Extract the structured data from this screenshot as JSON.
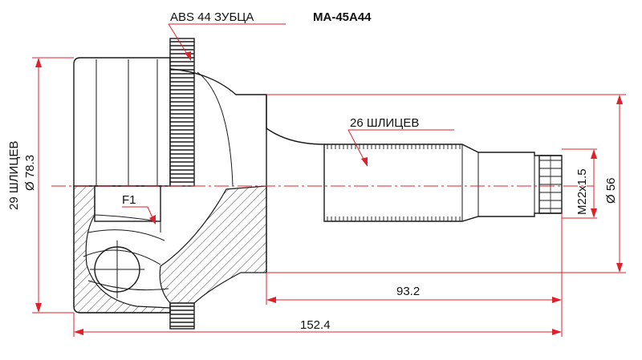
{
  "labels": {
    "abs_teeth": "ABS 44 ЗУБЦА",
    "part_number": "MA-45A44",
    "shaft_splines": "26 ШЛИЦЕВ",
    "hub_splines": "29 ШЛИЦЕВ",
    "outer_diameter": "Ø 78.3",
    "f1": "F1",
    "thread": "M22x1.5",
    "seal_diameter": "Ø 56",
    "length_shaft": "93.2",
    "length_total": "152.4"
  },
  "colors": {
    "dimension": "#e0212b",
    "outline": "#1a1a1a"
  }
}
